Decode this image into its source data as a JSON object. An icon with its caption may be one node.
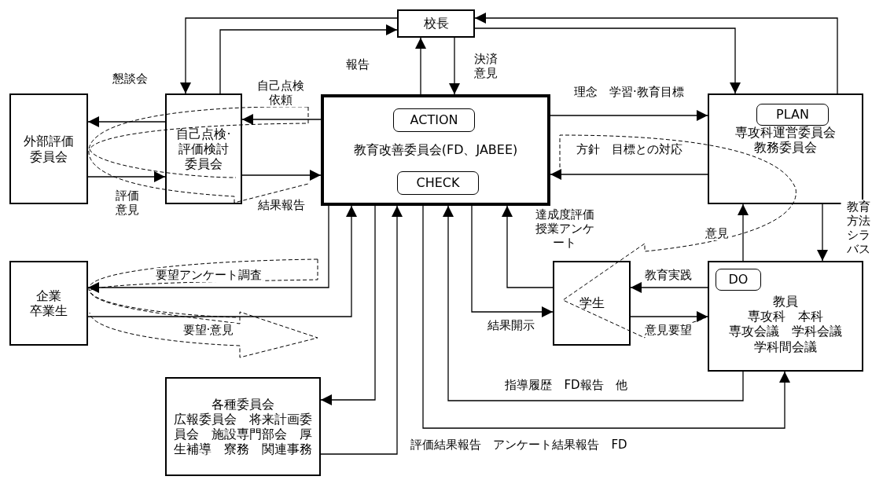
{
  "diagram": {
    "nodes": [
      {
        "text": [
          "校長"
        ]
      },
      {
        "text": [
          "外部評価委員会"
        ]
      },
      {
        "text": [
          "自己点検·評価検討委員会"
        ]
      },
      {
        "text": [
          "教育改善委員会(FD、JABEE)"
        ]
      },
      {
        "text": [
          "ACTION"
        ],
        "in": 3
      },
      {
        "text": [
          "CHECK"
        ],
        "in": 3
      },
      {
        "text": [
          "専攻科運営委員会",
          "教務委員会"
        ]
      },
      {
        "text": [
          "PLAN"
        ],
        "in": 6
      },
      {
        "text": [
          "企業",
          "卒業生"
        ]
      },
      {
        "text": [
          "学生"
        ]
      },
      {
        "text": [
          "教員",
          "専攻科　本科",
          "専攻会議　学科会議",
          "学科間会議"
        ]
      },
      {
        "text": [
          "DO"
        ],
        "in": 10
      },
      {
        "text": [
          "各種委員会",
          "広報委員会　将来計画委員会　施設専門部会　厚生補導　寮務　関連事務"
        ]
      }
    ],
    "edges": [
      {
        "from": 0,
        "to": 2,
        "arrow": "to"
      },
      {
        "from": 2,
        "to": 0,
        "arrow": "to"
      },
      {
        "from": 3,
        "to": 0,
        "label": "報告",
        "arrow": "to"
      },
      {
        "from": 0,
        "to": 3,
        "label": "決済意見",
        "arrow": "to"
      },
      {
        "from": 0,
        "to": 6,
        "arrow": "to"
      },
      {
        "from": 6,
        "to": 0,
        "arrow": "to"
      },
      {
        "from": 2,
        "to": 1,
        "label": "懇談会",
        "arrow": "to"
      },
      {
        "from": 1,
        "to": 2,
        "label": "評価意見",
        "arrow": "to"
      },
      {
        "from": 3,
        "to": 2,
        "label": "自己点検依頼",
        "arrow": "to"
      },
      {
        "from": 2,
        "to": 3,
        "label": "結果報告",
        "arrow": "to"
      },
      {
        "from": 3,
        "to": 6,
        "label": "理念　学習·教育目標",
        "arrow": "to"
      },
      {
        "from": 6,
        "to": 3,
        "label": "方針　目標との対応",
        "arrow": "to"
      },
      {
        "from": 3,
        "to": 8,
        "label": "要望アンケート調査",
        "arrow": "to"
      },
      {
        "from": 8,
        "to": 3,
        "label": "要望·意見",
        "arrow": "to"
      },
      {
        "from": 3,
        "to": 12,
        "arrow": "to"
      },
      {
        "from": 12,
        "to": 3,
        "arrow": "to"
      },
      {
        "from": 3,
        "to": 9,
        "label": "結果開示",
        "arrow": "to"
      },
      {
        "from": 9,
        "to": 3,
        "label": "達成度評価授業アンケート",
        "arrow": "to"
      },
      {
        "from": 10,
        "to": 9,
        "label": "教育実践",
        "arrow": "to"
      },
      {
        "from": 9,
        "to": 10,
        "label": "意見要望",
        "arrow": "to"
      },
      {
        "from": 10,
        "to": 6,
        "label": "意見",
        "arrow": "to"
      },
      {
        "from": 6,
        "to": 10,
        "label": "教育方法シラバス",
        "arrow": "to"
      },
      {
        "from": 10,
        "to": 3,
        "label": "指導履歴　FD報告　他",
        "arrow": "to"
      },
      {
        "from": 3,
        "to": 10,
        "label": "評価結果報告　アンケート結果報告　FD",
        "arrow": "to"
      }
    ]
  }
}
